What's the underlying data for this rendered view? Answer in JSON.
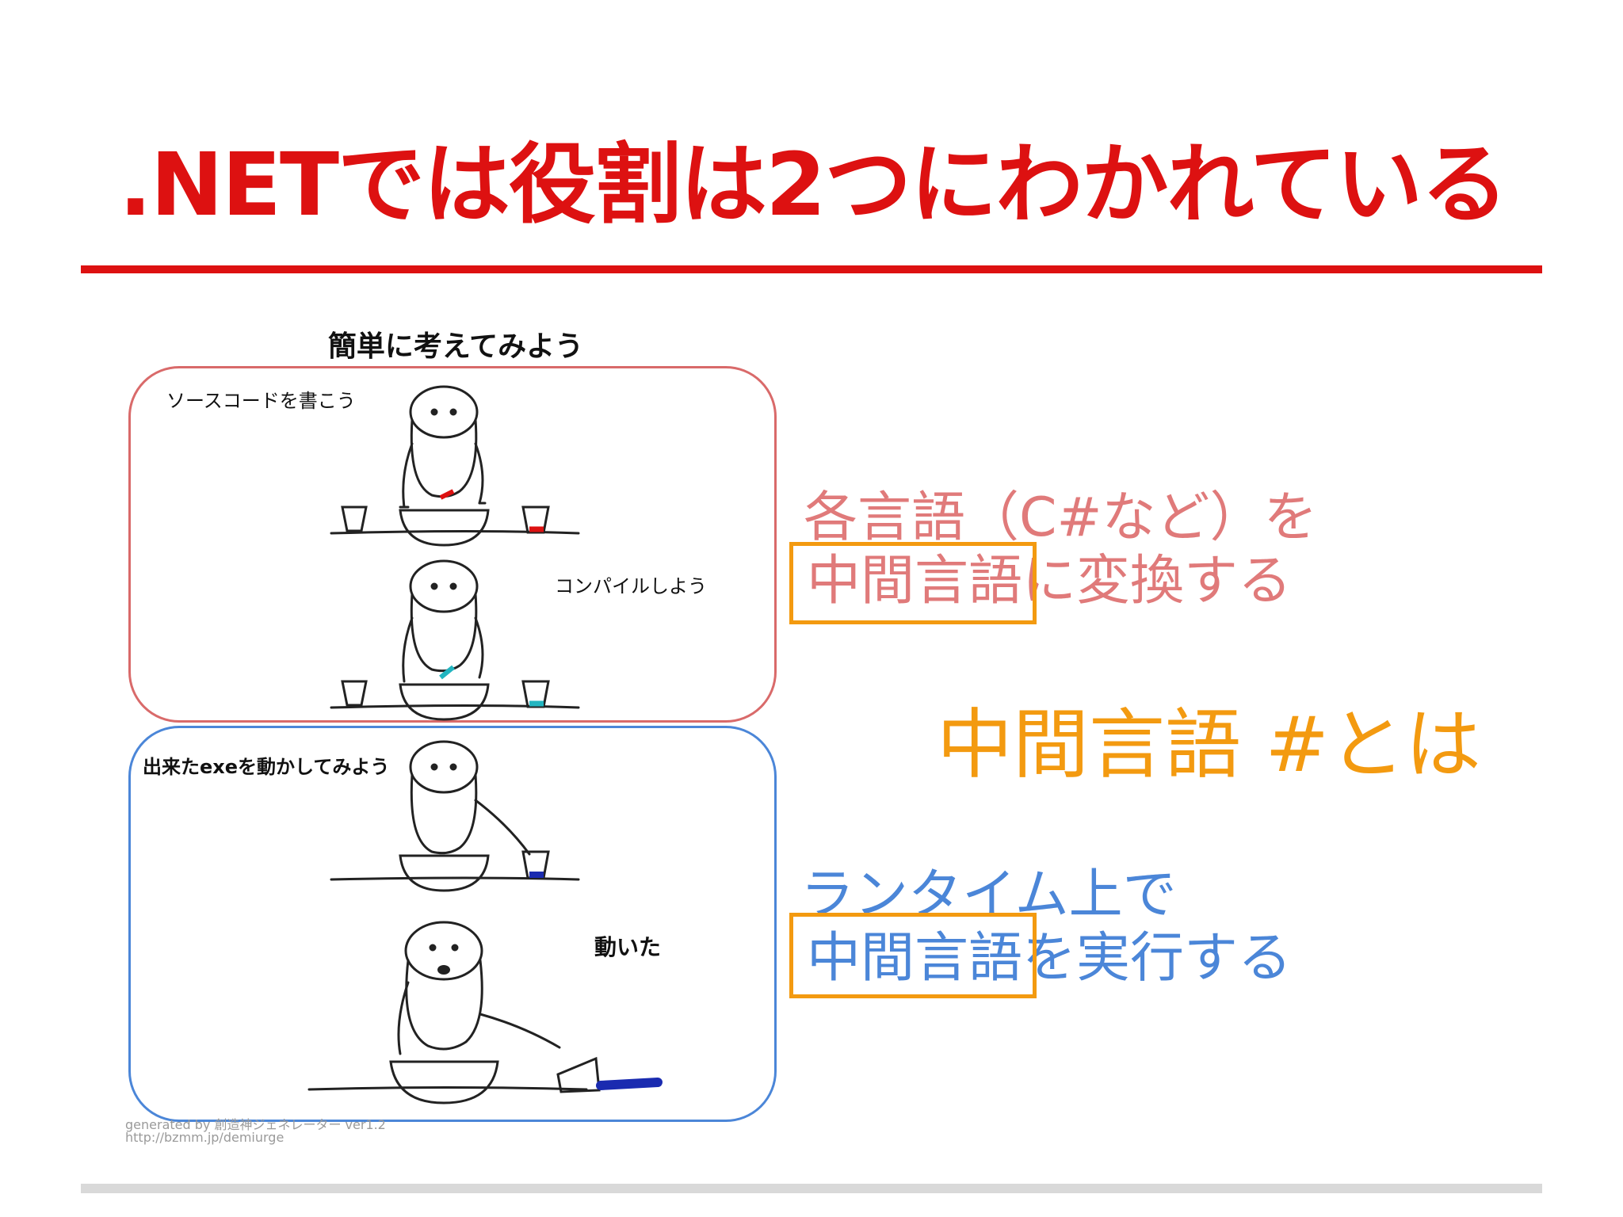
{
  "slide": {
    "title": ".NETでは役割は2つにわかれている",
    "colors": {
      "title_red": "#dd1111",
      "orange": "#f39a10",
      "blue": "#4b86d8",
      "pink": "#e07a7a"
    }
  },
  "comic": {
    "heading": "簡単に考えてみよう",
    "captions": {
      "write": "ソースコードを書こう",
      "compile": "コンパイルしよう",
      "run": "出来たexeを動かしてみよう",
      "moved": "動いた"
    },
    "credit_line1": "generated by 創造神ジェネレーター ver1.2",
    "credit_line2": "http://bzmm.jp/demiurge"
  },
  "right": {
    "compile_line1": "各言語（C#など）を",
    "compile_line2a": "中間言語",
    "compile_line2b": "に変換する",
    "heading": "中間言語 #とは",
    "runtime_line1": "ランタイム上で",
    "runtime_line2a": "中間言語",
    "runtime_line2b": "を実行する"
  }
}
